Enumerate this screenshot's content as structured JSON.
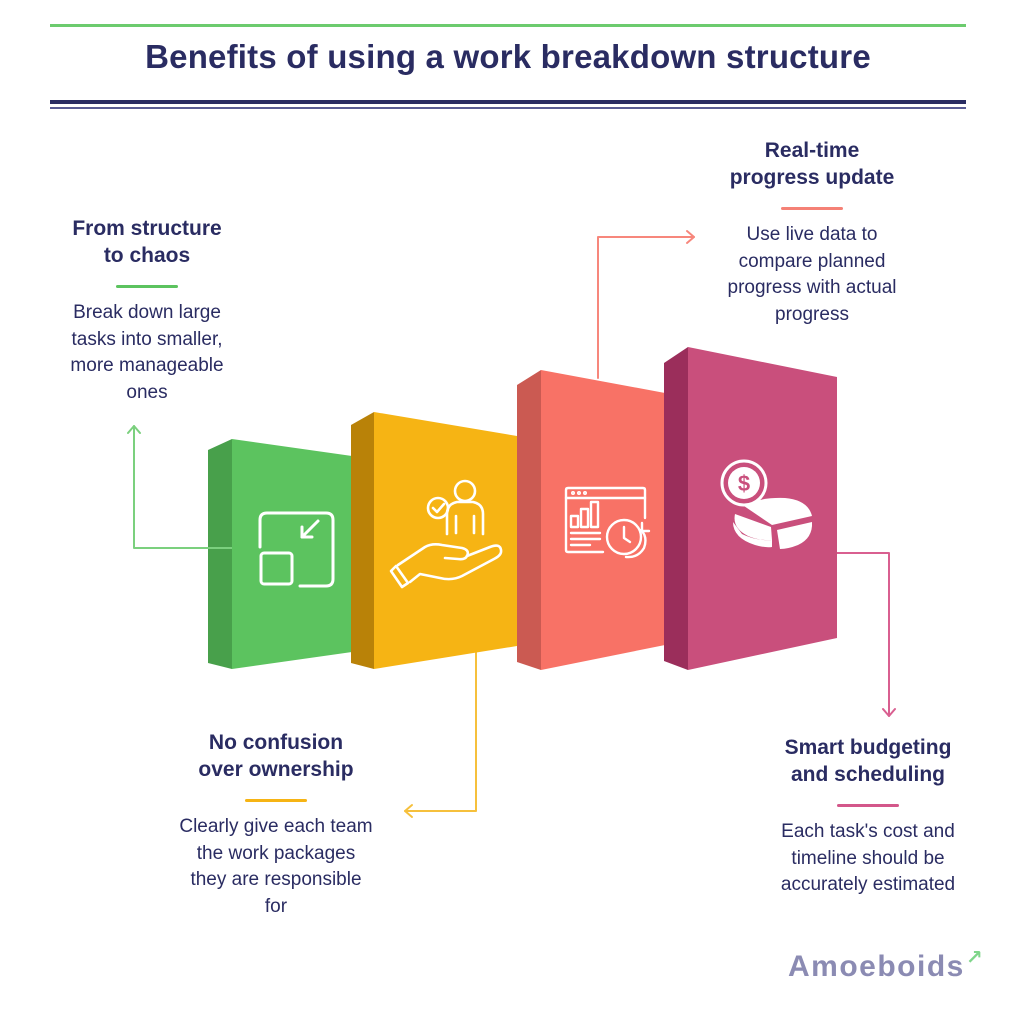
{
  "header": {
    "title": "Benefits of using a work breakdown structure"
  },
  "colors": {
    "navy": "#2a2c62",
    "green": "#5cc35f",
    "yellow": "#f6b414",
    "salmon": "#f87266",
    "pink": "#c94f7c"
  },
  "benefits": [
    {
      "id": "structure",
      "heading": "From structure\nto chaos",
      "body": "Break down large\ntasks into smaller,\nmore manageable\nones",
      "icon": "collapse-arrow-icon",
      "color": "#5cc35f"
    },
    {
      "id": "ownership",
      "heading": "No confusion\nover ownership",
      "body": "Clearly give each team\nthe work packages\nthey are responsible\nfor",
      "icon": "hand-person-check-icon",
      "color": "#f6b414"
    },
    {
      "id": "progress",
      "heading": "Real-time\nprogress update",
      "body": "Use live data to\ncompare planned\nprogress with actual\nprogress",
      "icon": "dashboard-clock-icon",
      "color": "#f87266"
    },
    {
      "id": "budgeting",
      "heading": "Smart budgeting\nand scheduling",
      "body": "Each task's cost and\ntimeline should be\naccurately estimated",
      "icon": "dollar-pie-chart-icon",
      "color": "#c94f7c"
    }
  ],
  "footer": {
    "logo_text": "moeboids",
    "logo_initial": "A",
    "logo_mark": "↗"
  }
}
